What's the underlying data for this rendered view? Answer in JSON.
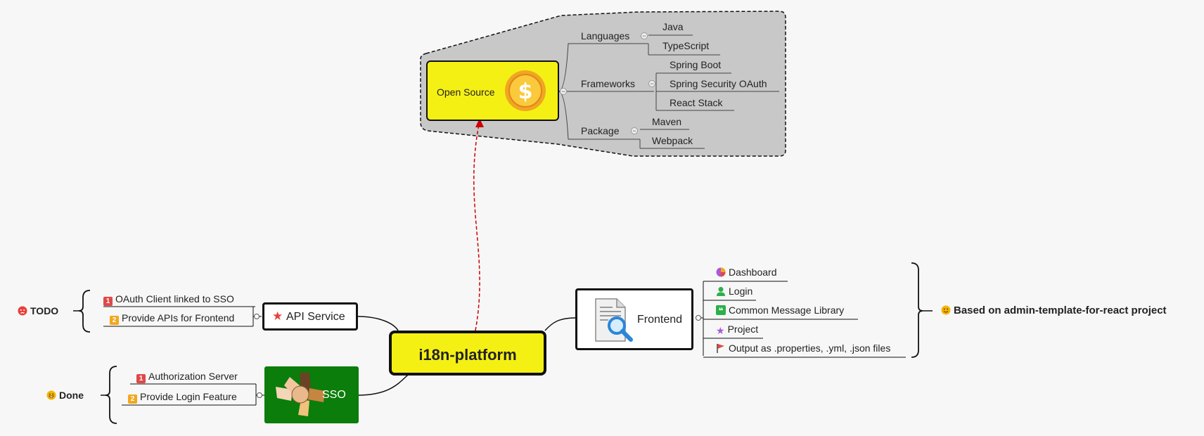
{
  "center": {
    "label": "i18n-platform"
  },
  "open_source": {
    "label": "Open Source",
    "icon": "dollar-coin-icon",
    "groups": [
      {
        "label": "Languages",
        "items": [
          "Java",
          "TypeScript"
        ]
      },
      {
        "label": "Frameworks",
        "items": [
          "Spring Boot",
          "Spring Security OAuth",
          "React Stack"
        ]
      },
      {
        "label": "Package",
        "items": [
          "Maven",
          "Webpack"
        ]
      }
    ]
  },
  "api_service": {
    "label": "API Service",
    "icon": "star-icon",
    "summary": "TODO",
    "summary_icon": "angry-face-icon",
    "items": [
      {
        "priority": "1",
        "label": "OAuth Client linked to SSO"
      },
      {
        "priority": "2",
        "label": "Provide APIs for Frontend"
      }
    ]
  },
  "sso": {
    "label": "SSO",
    "icon": "joined-hands-icon",
    "summary": "Done",
    "summary_icon": "grinning-face-icon",
    "items": [
      {
        "priority": "1",
        "label": "Authorization Server"
      },
      {
        "priority": "2",
        "label": "Provide Login Feature"
      }
    ]
  },
  "frontend": {
    "label": "Frontend",
    "icon": "document-search-icon",
    "summary": "Based on admin-template-for-react project",
    "summary_icon": "smiley-face-icon",
    "items": [
      {
        "label": "Dashboard",
        "icon": "pie-chart-icon"
      },
      {
        "label": "Login",
        "icon": "user-icon"
      },
      {
        "label": "Common Message Library",
        "icon": "quote-icon"
      },
      {
        "label": "Project",
        "icon": "star-icon"
      },
      {
        "label": "Output as .properties, .yml, .json files",
        "icon": "flag-icon"
      }
    ]
  },
  "colors": {
    "center_fill": "#f5f014",
    "boundary_fill": "#c8c8c8",
    "sso_fill": "#0a7d0a",
    "relationship": "#cc0000"
  }
}
